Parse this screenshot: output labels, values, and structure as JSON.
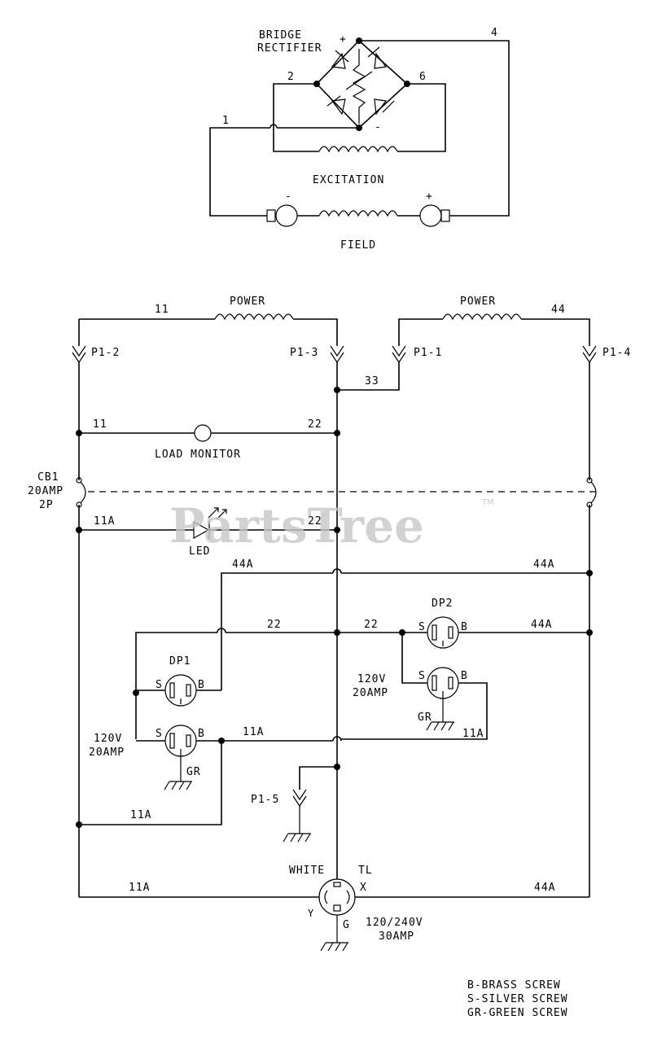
{
  "labels": {
    "bridge_rectifier": "BRIDGE",
    "bridge_rectifier2": "RECTIFIER",
    "plus": "+",
    "minus": "-",
    "w4": "4",
    "w2": "2",
    "w6": "6",
    "w1": "1",
    "excitation": "EXCITATION",
    "field_minus": "-",
    "field_plus": "+",
    "field": "FIELD",
    "power_left": "POWER",
    "power_right": "POWER",
    "w11_top": "11",
    "w44_top": "44",
    "p1_2": "P1-2",
    "p1_3": "P1-3",
    "p1_1": "P1-1",
    "p1_4": "P1-4",
    "w33": "33",
    "w11_mon": "11",
    "w22_mon": "22",
    "load_monitor": "LOAD MONITOR",
    "cb1": "CB1",
    "cb1_rating": "20AMP",
    "cb1_poles": "2P",
    "w11a_led": "11A",
    "w22_led": "22",
    "led": "LED",
    "w44a_left": "44A",
    "w44a_right": "44A",
    "w22_mid_left": "22",
    "w22_mid_right": "22",
    "dp2": "DP2",
    "w44a_dp2": "44A",
    "dp1": "DP1",
    "s": "S",
    "b": "B",
    "v120_left": "120V",
    "a20_left": "20AMP",
    "v120_right": "120V",
    "a20_right": "20AMP",
    "gr": "GR",
    "w11a_dp2": "11A",
    "w11a_dp1": "11A",
    "w11a_low": "11A",
    "p1_5": "P1-5",
    "white": "WHITE",
    "tl": "TL",
    "x": "X",
    "y": "Y",
    "g": "G",
    "w11a_bottom": "11A",
    "w44a_bottom": "44A",
    "tl_rating": "120/240V",
    "tl_amp": "30AMP",
    "legend_b": "B-BRASS SCREW",
    "legend_s": "S-SILVER SCREW",
    "legend_gr": "GR-GREEN SCREW",
    "watermark": "PartsTree",
    "watermark_tm": "TM"
  }
}
